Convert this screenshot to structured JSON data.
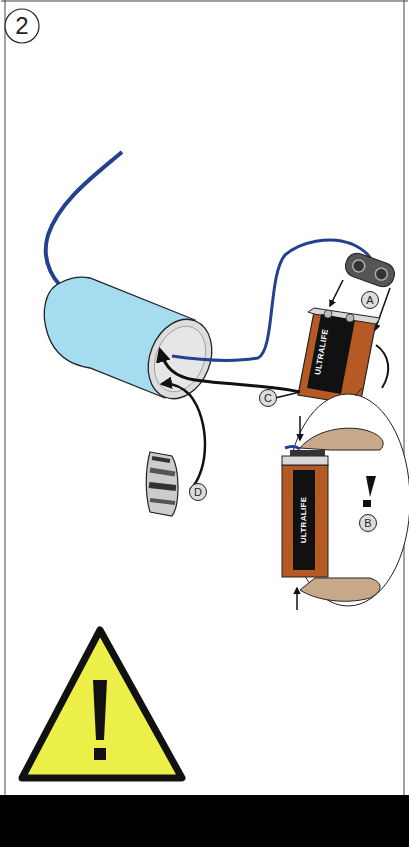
{
  "diagram": {
    "labels": [
      "2",
      "A",
      "ULTRALIFE",
      "C",
      "ULTRALIFE",
      "B",
      "D"
    ]
  }
}
